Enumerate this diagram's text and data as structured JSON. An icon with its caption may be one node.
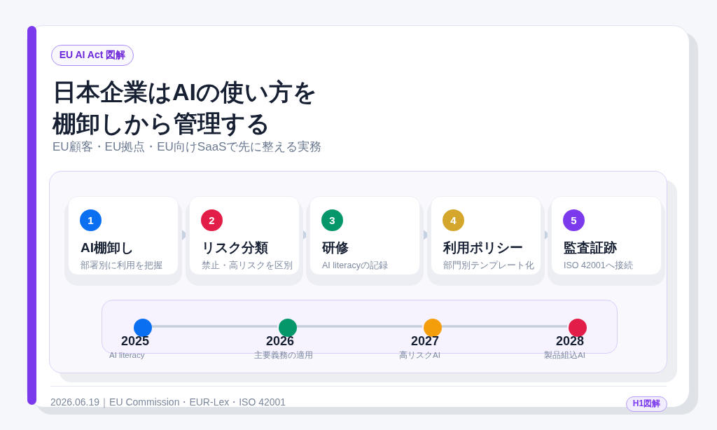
{
  "diagram": {
    "title": "日本企業はAIの使い方を棚卸しから管理する",
    "nodes": [
      {
        "text": [
          "EU AI Act 図解"
        ]
      },
      {
        "text": [],
        "shape": "box"
      },
      {
        "text": [
          "AI棚卸し",
          "部署別に利用を把握"
        ],
        "in": 1
      },
      {
        "text": [
          "1"
        ],
        "in": 2
      },
      {
        "text": [
          "リスク分類",
          "禁止・高リスクを区別"
        ],
        "in": 1
      },
      {
        "text": [
          "2"
        ],
        "in": 4
      },
      {
        "text": [
          "研修",
          "AI literacyの記録"
        ],
        "in": 1
      },
      {
        "text": [
          "3"
        ],
        "in": 6
      },
      {
        "text": [
          "利用ポリシー",
          "部門別テンプレート化"
        ],
        "in": 1
      },
      {
        "text": [
          "4"
        ],
        "in": 8
      },
      {
        "text": [
          "監査証跡",
          "ISO 42001へ接続"
        ],
        "in": 1
      },
      {
        "text": [
          "5"
        ],
        "in": 10
      },
      {
        "text": [],
        "shape": "box",
        "in": 1
      },
      {
        "text": [],
        "shape": "circle",
        "in": 12,
        "beside": [
          "2025",
          "AI literacy"
        ]
      },
      {
        "text": [],
        "shape": "circle",
        "in": 12,
        "beside": [
          "2026",
          "主要義務の適用"
        ]
      },
      {
        "text": [],
        "shape": "circle",
        "in": 12,
        "beside": [
          "2027",
          "高リスクAI"
        ]
      },
      {
        "text": [],
        "shape": "circle",
        "in": 12,
        "beside": [
          "2028",
          "製品組込AI"
        ]
      },
      {
        "text": [
          "H1図解"
        ]
      }
    ],
    "edges": [
      {
        "from": 2,
        "to": 4,
        "arrow": "to"
      },
      {
        "from": 4,
        "to": 6,
        "arrow": "to"
      },
      {
        "from": 6,
        "to": 8,
        "arrow": "to"
      },
      {
        "from": 8,
        "to": 10,
        "arrow": "to"
      },
      {
        "from": 13,
        "to": 14,
        "arrow": "none",
        "style": "thick"
      },
      {
        "from": 14,
        "to": 15,
        "arrow": "none",
        "style": "thick"
      },
      {
        "from": 15,
        "to": 16,
        "arrow": "none",
        "style": "thick"
      }
    ],
    "labels": [
      "EU顧客・EU拠点・EU向けSaaSで先に整える実務",
      "2026.06.19｜EU Commission・EUR-Lex・ISO 42001"
    ]
  }
}
